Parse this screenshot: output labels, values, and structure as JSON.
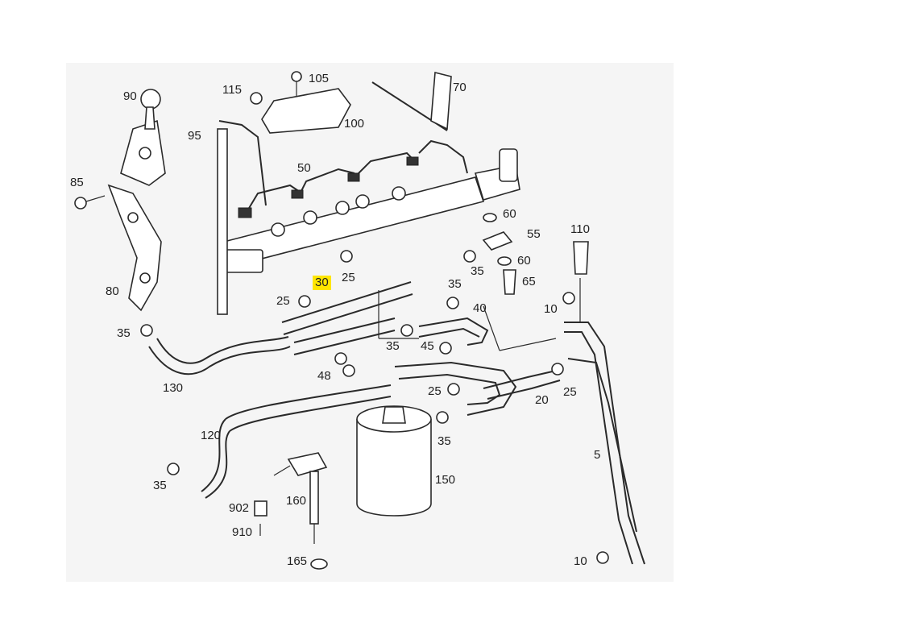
{
  "diagram": {
    "callouts": [
      {
        "id": "c90",
        "text": "90"
      },
      {
        "id": "c115",
        "text": "115"
      },
      {
        "id": "c105",
        "text": "105"
      },
      {
        "id": "c70",
        "text": "70"
      },
      {
        "id": "c100",
        "text": "100"
      },
      {
        "id": "c95",
        "text": "95"
      },
      {
        "id": "c85",
        "text": "85"
      },
      {
        "id": "c50",
        "text": "50"
      },
      {
        "id": "c60a",
        "text": "60"
      },
      {
        "id": "c55",
        "text": "55"
      },
      {
        "id": "c110",
        "text": "110"
      },
      {
        "id": "c60b",
        "text": "60"
      },
      {
        "id": "c35a",
        "text": "35"
      },
      {
        "id": "c25a",
        "text": "25"
      },
      {
        "id": "c30",
        "text": "30",
        "highlighted": true
      },
      {
        "id": "c65",
        "text": "65"
      },
      {
        "id": "c35b",
        "text": "35"
      },
      {
        "id": "c80",
        "text": "80"
      },
      {
        "id": "c25b",
        "text": "25"
      },
      {
        "id": "c40",
        "text": "40"
      },
      {
        "id": "c10a",
        "text": "10"
      },
      {
        "id": "c35c",
        "text": "35"
      },
      {
        "id": "c35d",
        "text": "35"
      },
      {
        "id": "c45",
        "text": "45"
      },
      {
        "id": "c48",
        "text": "48"
      },
      {
        "id": "c130",
        "text": "130"
      },
      {
        "id": "c25c",
        "text": "25"
      },
      {
        "id": "c20",
        "text": "20"
      },
      {
        "id": "c25d",
        "text": "25"
      },
      {
        "id": "c120",
        "text": "120"
      },
      {
        "id": "c35e",
        "text": "35"
      },
      {
        "id": "c5",
        "text": "5"
      },
      {
        "id": "c35f",
        "text": "35"
      },
      {
        "id": "c150",
        "text": "150"
      },
      {
        "id": "c902",
        "text": "902"
      },
      {
        "id": "c160",
        "text": "160"
      },
      {
        "id": "c910",
        "text": "910"
      },
      {
        "id": "c165",
        "text": "165"
      },
      {
        "id": "c10b",
        "text": "10"
      }
    ],
    "highlight_color": "#ffe600",
    "background_color": "#f5f5f5"
  }
}
